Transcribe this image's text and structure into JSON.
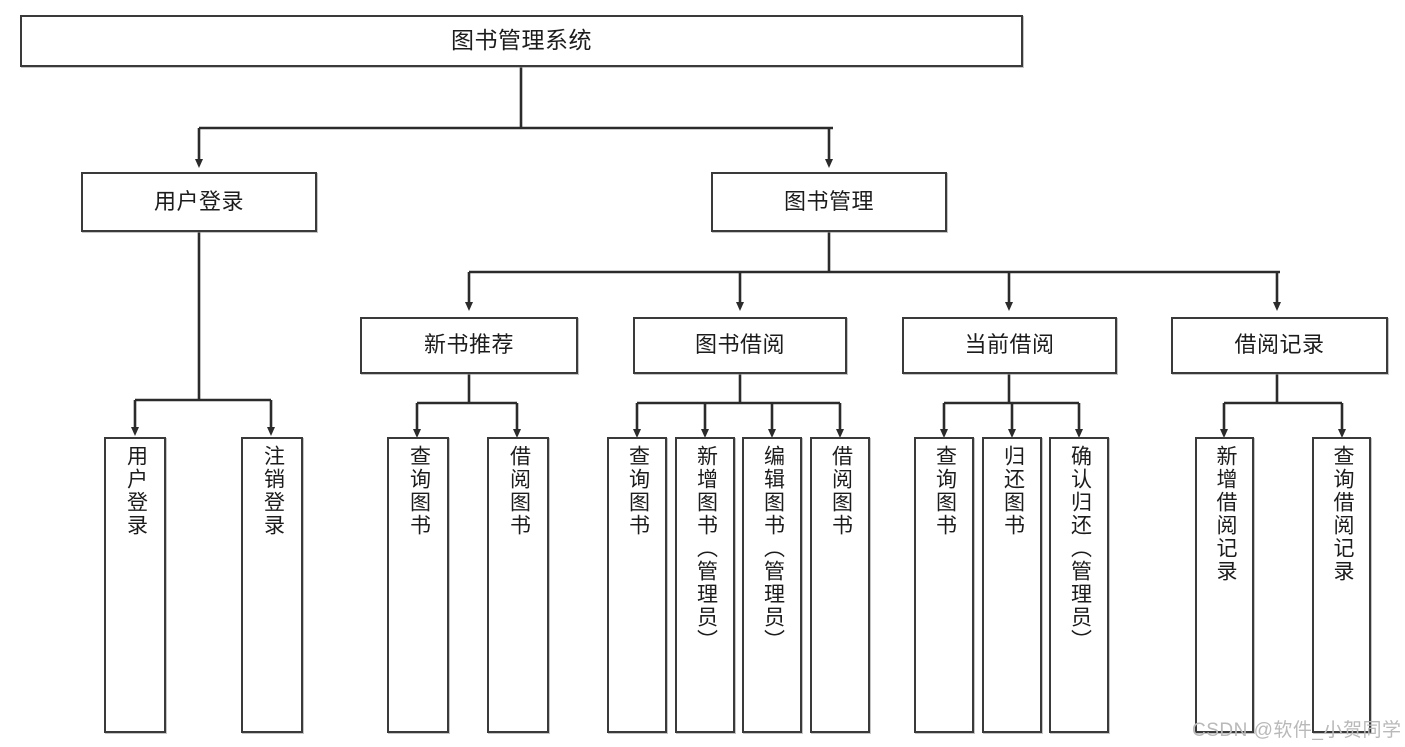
{
  "diagram": {
    "title": "图书管理系统",
    "type": "tree-structure-chart",
    "colors": {
      "node_border": "#3a3a3a",
      "node_fill": "#ffffff",
      "edge": "#2b2b2b",
      "text": "#1c1c1c",
      "watermark": "#b9b9b9",
      "background": "#ffffff"
    },
    "root": {
      "label": "图书管理系统"
    },
    "level2": [
      {
        "label": "用户登录"
      },
      {
        "label": "图书管理"
      }
    ],
    "level3": [
      {
        "label": "新书推荐"
      },
      {
        "label": "图书借阅"
      },
      {
        "label": "当前借阅"
      },
      {
        "label": "借阅记录"
      }
    ],
    "leaves": {
      "user_login": [
        {
          "label": "用户登录"
        },
        {
          "label": "注销登录"
        }
      ],
      "new_book_recommend": [
        {
          "label": "查询图书"
        },
        {
          "label": "借阅图书"
        }
      ],
      "book_borrow": [
        {
          "label": "查询图书"
        },
        {
          "label": "新增图书（管理员）"
        },
        {
          "label": "编辑图书（管理员）"
        },
        {
          "label": "借阅图书"
        }
      ],
      "current_borrow": [
        {
          "label": "查询图书"
        },
        {
          "label": "归还图书"
        },
        {
          "label": "确认归还（管理员）"
        }
      ],
      "borrow_record": [
        {
          "label": "新增借阅记录"
        },
        {
          "label": "查询借阅记录"
        }
      ]
    },
    "watermark": "CSDN @软件_小贺同学"
  }
}
